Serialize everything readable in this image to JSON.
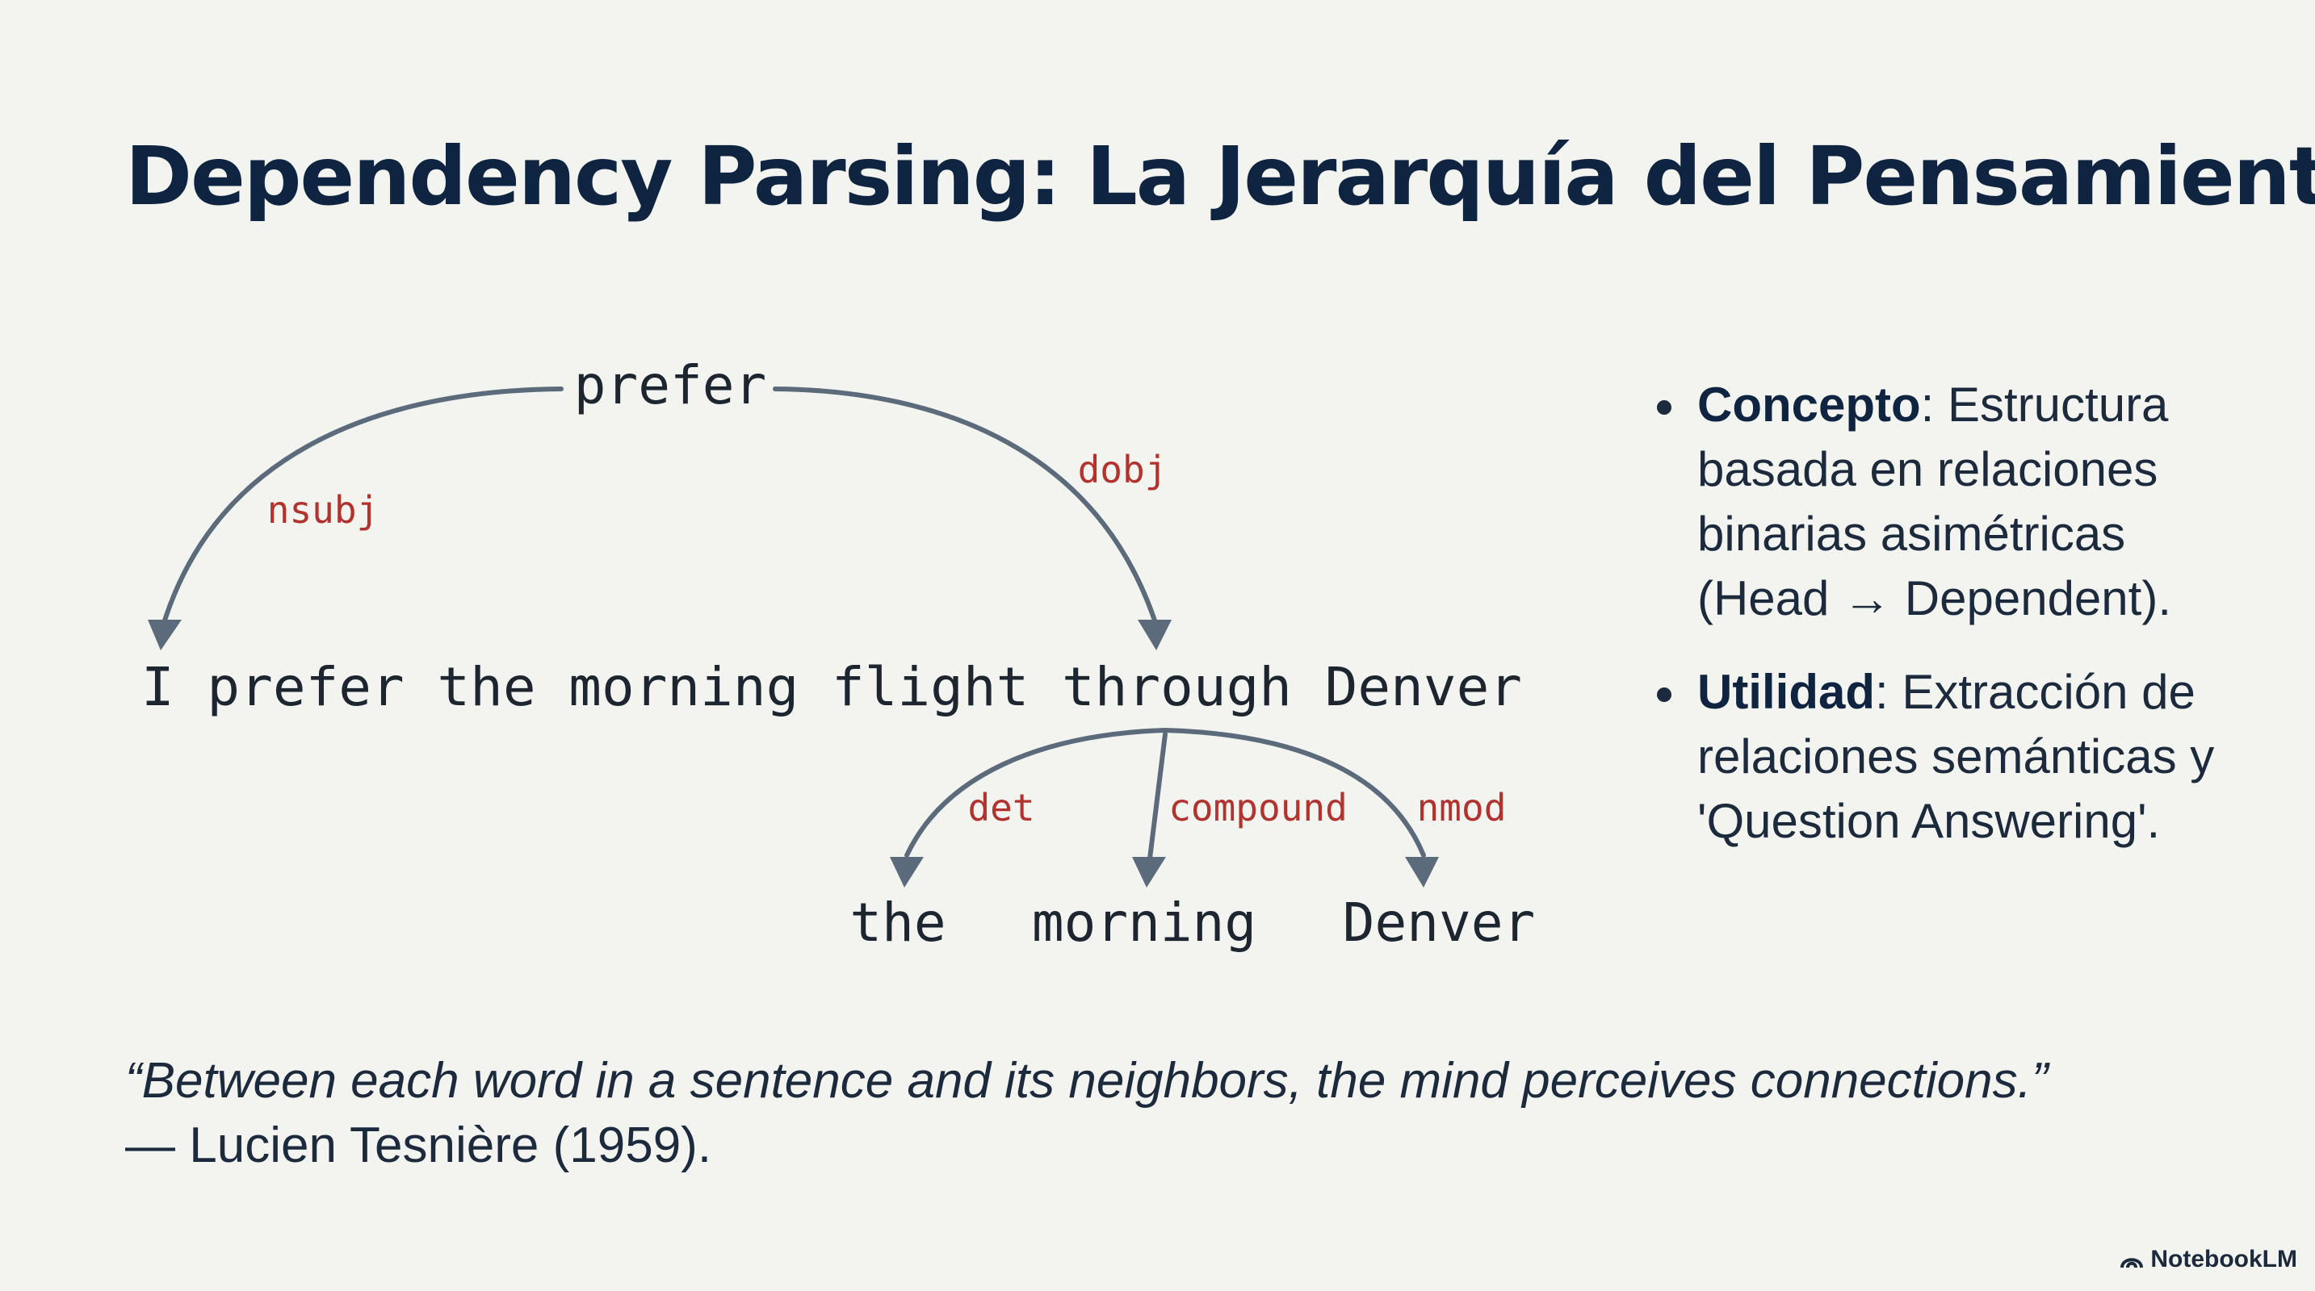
{
  "title": "Dependency Parsing: La Jerarquía del Pensamiento",
  "diagram": {
    "root": "prefer",
    "sentence": "I prefer the morning flight through Denver",
    "children": [
      "the",
      "morning",
      "Denver"
    ],
    "relations": {
      "nsubj": "nsubj",
      "dobj": "dobj",
      "det": "det",
      "compound": "compound",
      "nmod": "nmod"
    }
  },
  "bullets": [
    {
      "term": "Concepto",
      "text": ": Estructura basada en relaciones binarias asimétricas (Head → Dependent)."
    },
    {
      "term": "Utilidad",
      "text": ": Extracción de relaciones semánticas y 'Question Answering'."
    }
  ],
  "quote": {
    "text": "“Between each word in a sentence and its neighbors, the mind perceives connections.”",
    "attribution": "— Lucien Tesnière (1959)."
  },
  "brand": {
    "name": "NotebookLM",
    "icon": "notebooklm-logo-icon"
  }
}
